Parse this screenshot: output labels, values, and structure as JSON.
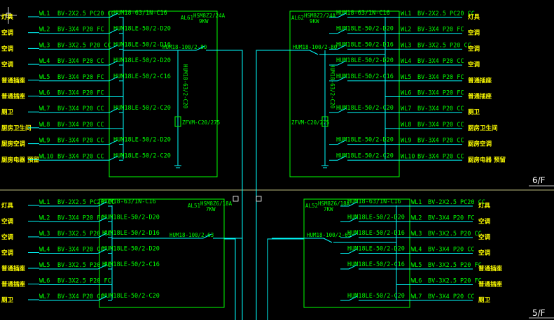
{
  "floor_labels": {
    "upper": "6/F",
    "lower": "5/F"
  },
  "panels": [
    {
      "id": "6f-left",
      "side": "left",
      "panel_id": "AL61",
      "spec": "HSM8Z2/24A",
      "power": "9KW",
      "main_breaker": "HUM18-100/2-80",
      "spd_breaker": "HUM18-63/2-C20",
      "spd": "ZFVM-C20/275",
      "circuits": [
        {
          "wl": "WL1",
          "cable": "BV-2X2.5 PC20 CC",
          "breaker": "HUM18-63/1N-C16",
          "load": "灯具"
        },
        {
          "wl": "WL2",
          "cable": "BV-3X4 P20 FC",
          "breaker": "HUM18LE-50/2-D20",
          "load": "空调"
        },
        {
          "wl": "WL3",
          "cable": "BV-3X2.5 P20 CC",
          "breaker": "HUM18LE-50/2-D16",
          "load": "空调"
        },
        {
          "wl": "WL4",
          "cable": "BV-3X4 P20 CC",
          "breaker": "HUM18LE-50/2-D20",
          "load": "空调"
        },
        {
          "wl": "WL5",
          "cable": "BV-3X4 P20 FC",
          "breaker": "HUM18LE-50/2-C16",
          "load": "普通插座"
        },
        {
          "wl": "WL6",
          "cable": "BV-3X4 P20 FC",
          "breaker": "",
          "load": "普通插座"
        },
        {
          "wl": "WL7",
          "cable": "BV-3X4 P20 CC",
          "breaker": "HUM18LE-50/2-C20",
          "load": "厕卫"
        },
        {
          "wl": "WL8",
          "cable": "BV-3X4 P20 CC",
          "breaker": "",
          "load": "厨房卫生间"
        },
        {
          "wl": "WL9",
          "cable": "BV-3X4 P20 CC",
          "breaker": "HUM18LE-50/2-D20",
          "load": "厨房空调"
        },
        {
          "wl": "WL10",
          "cable": "BV-3X4 P20 CC",
          "breaker": "HUM18LE-50/2-C20",
          "load": "厨房电器 预留"
        }
      ]
    },
    {
      "id": "6f-right",
      "side": "right",
      "panel_id": "AL62",
      "spec": "HSM8Z2/24A",
      "power": "9KW",
      "main_breaker": "HUM18-100/2-80",
      "spd_breaker": "HUM18-63/2-C20",
      "spd": "ZFVM-C20/275",
      "circuits": [
        {
          "wl": "WL1",
          "cable": "BV-2X2.5 PC20 CC",
          "breaker": "HUM18-63/1N-C16",
          "load": "灯具"
        },
        {
          "wl": "WL2",
          "cable": "BV-3X4 P20 FC",
          "breaker": "HUM18LE-50/2-D20",
          "load": "空调"
        },
        {
          "wl": "WL3",
          "cable": "BV-3X2.5 P20 CC",
          "breaker": "HUM18LE-50/2-D16",
          "load": "空调"
        },
        {
          "wl": "WL4",
          "cable": "BV-3X4 P20 CC",
          "breaker": "HUM18LE-50/2-D20",
          "load": "空调"
        },
        {
          "wl": "WL5",
          "cable": "BV-3X4 P20 FC",
          "breaker": "HUM18LE-50/2-C16",
          "load": "普通插座"
        },
        {
          "wl": "WL6",
          "cable": "BV-3X4 P20 FC",
          "breaker": "",
          "load": "普通插座"
        },
        {
          "wl": "WL7",
          "cable": "BV-3X4 P20 CC",
          "breaker": "HUM18LE-50/2-C20",
          "load": "厕卫"
        },
        {
          "wl": "WL8",
          "cable": "BV-3X4 P20 CC",
          "breaker": "",
          "load": "厨房卫生间"
        },
        {
          "wl": "WL9",
          "cable": "BV-3X4 P20 CC",
          "breaker": "HUM18LE-50/2-D20",
          "load": "厨房空调"
        },
        {
          "wl": "WL10",
          "cable": "BV-3X4 P20 CC",
          "breaker": "HUM18LE-50/2-C20",
          "load": "厨房电器 预留"
        }
      ]
    },
    {
      "id": "5f-left",
      "side": "left",
      "panel_id": "AL51",
      "spec": "HSM8Z6/18A",
      "power": "7KW",
      "main_breaker": "HUM18-100/2-63",
      "spd_breaker": "",
      "spd": "",
      "circuits": [
        {
          "wl": "WL1",
          "cable": "BV-2X2.5 PC20 CC",
          "breaker": "HUM18-63/1N-C16",
          "load": "灯具"
        },
        {
          "wl": "WL2",
          "cable": "BV-3X4 P20 FC",
          "breaker": "HUM18LE-50/2-D20",
          "load": "空调"
        },
        {
          "wl": "WL3",
          "cable": "BV-3X2.5 P20 CC",
          "breaker": "HUM18LE-50/2-D16",
          "load": "空调"
        },
        {
          "wl": "WL4",
          "cable": "BV-3X4 P20 CC",
          "breaker": "HUM18LE-50/2-D20",
          "load": "空调"
        },
        {
          "wl": "WL5",
          "cable": "BV-3X2.5 P20 FC",
          "breaker": "HUM18LE-50/2-C16",
          "load": "普通插座"
        },
        {
          "wl": "WL6",
          "cable": "BV-3X2.5 P20 FC",
          "breaker": "",
          "load": "普通插座"
        },
        {
          "wl": "WL7",
          "cable": "BV-3X4 P20 CC",
          "breaker": "HUM18LE-50/2-C20",
          "load": "厕卫"
        }
      ]
    },
    {
      "id": "5f-right",
      "side": "right",
      "panel_id": "AL52",
      "spec": "HSM8Z6/18A",
      "power": "7KW",
      "main_breaker": "HUM18-100/2-63",
      "spd_breaker": "",
      "spd": "",
      "circuits": [
        {
          "wl": "WL1",
          "cable": "BV-2X2.5 PC20 CC",
          "breaker": "HUM18-63/1N-C16",
          "load": "灯具"
        },
        {
          "wl": "WL2",
          "cable": "BV-3X4 P20 FC",
          "breaker": "HUM18LE-50/2-D20",
          "load": "空调"
        },
        {
          "wl": "WL3",
          "cable": "BV-3X2.5 P20 CC",
          "breaker": "HUM18LE-50/2-D16",
          "load": "空调"
        },
        {
          "wl": "WL4",
          "cable": "BV-3X4 P20 CC",
          "breaker": "HUM18LE-50/2-D20",
          "load": "空调"
        },
        {
          "wl": "WL5",
          "cable": "BV-3X2.5 P20 FC",
          "breaker": "HUM18LE-50/2-C16",
          "load": "普通插座"
        },
        {
          "wl": "WL6",
          "cable": "BV-3X2.5 P20 FC",
          "breaker": "",
          "load": "普通插座"
        },
        {
          "wl": "WL7",
          "cable": "BV-3X4 P20 CC",
          "breaker": "HUM18LE-50/2-C20",
          "load": "厕卫"
        }
      ]
    }
  ],
  "colors": {
    "background": "#000000",
    "text": "#00ff00",
    "load_text": "#ffff00",
    "wire": "#00ffff",
    "panel_box": "#00ff00",
    "separator": "#ffffaa"
  }
}
